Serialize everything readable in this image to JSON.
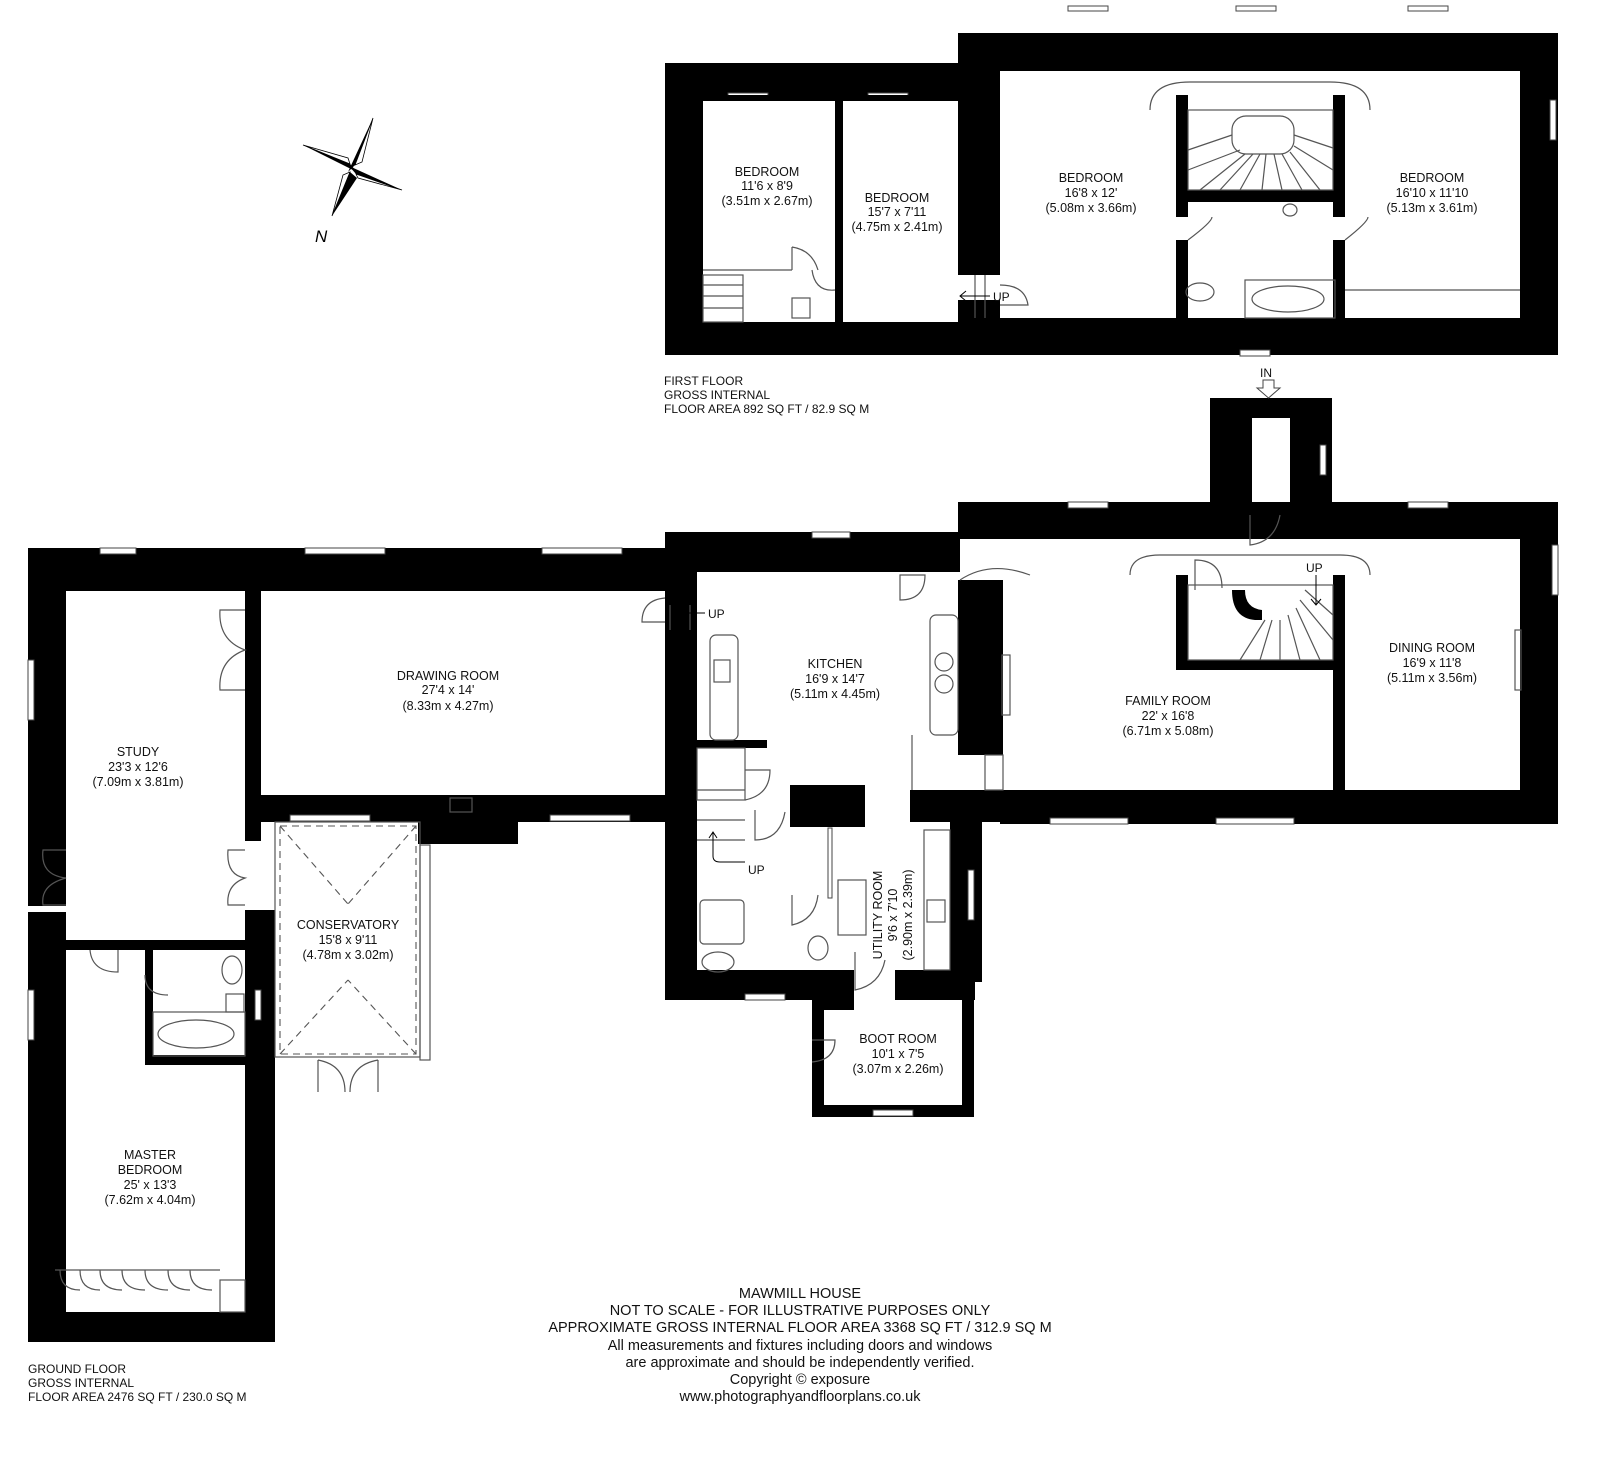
{
  "property": {
    "name": "MAWMILL HOUSE"
  },
  "compass": {
    "label": "N"
  },
  "first_floor": {
    "caption": [
      "FIRST FLOOR",
      "GROSS INTERNAL",
      "FLOOR AREA 892 SQ FT / 82.9 SQ M"
    ],
    "rooms": [
      {
        "name": "BEDROOM",
        "imperial": "11'6 x 8'9",
        "metric": "(3.51m x 2.67m)"
      },
      {
        "name": "BEDROOM",
        "imperial": "15'7 x 7'11",
        "metric": "(4.75m x 2.41m)"
      },
      {
        "name": "BEDROOM",
        "imperial": "16'8 x 12'",
        "metric": "(5.08m x 3.66m)"
      },
      {
        "name": "BEDROOM",
        "imperial": "16'10 x 11'10",
        "metric": "(5.13m x 3.61m)"
      }
    ],
    "stair_label": "UP"
  },
  "ground_floor": {
    "caption": [
      "GROUND FLOOR",
      "GROSS INTERNAL",
      "FLOOR AREA 2476 SQ FT / 230.0 SQ M"
    ],
    "rooms": [
      {
        "name": "STUDY",
        "imperial": "23'3 x 12'6",
        "metric": "(7.09m x 3.81m)"
      },
      {
        "name": "DRAWING ROOM",
        "imperial": "27'4 x 14'",
        "metric": "(8.33m x 4.27m)"
      },
      {
        "name": "KITCHEN",
        "imperial": "16'9 x 14'7",
        "metric": "(5.11m x 4.45m)"
      },
      {
        "name": "FAMILY ROOM",
        "imperial": "22' x 16'8",
        "metric": "(6.71m x 5.08m)"
      },
      {
        "name": "DINING ROOM",
        "imperial": "16'9 x 11'8",
        "metric": "(5.11m x 3.56m)"
      },
      {
        "name": "CONSERVATORY",
        "imperial": "15'8 x 9'11",
        "metric": "(4.78m x 3.02m)"
      },
      {
        "name": "UTILITY ROOM",
        "imperial": "9'6 x 7'10",
        "metric": "(2.90m x 2.39m)"
      },
      {
        "name": "BOOT ROOM",
        "imperial": "10'1 x 7'5",
        "metric": "(3.07m x 2.26m)"
      },
      {
        "name": "MASTER",
        "name2": "BEDROOM",
        "imperial": "25' x 13'3",
        "metric": "(7.62m x 4.04m)"
      }
    ],
    "entrance_label": "IN",
    "stair_labels": [
      "UP",
      "UP",
      "UP"
    ]
  },
  "footer": {
    "lines": [
      "MAWMILL HOUSE",
      "NOT TO SCALE - FOR ILLUSTRATIVE PURPOSES ONLY",
      "APPROXIMATE GROSS INTERNAL FLOOR AREA 3368 SQ FT / 312.9 SQ M",
      "All measurements and fixtures including doors and windows",
      "are approximate and should be independently verified.",
      "Copyright © exposure",
      "www.photographyandfloorplans.co.uk"
    ]
  },
  "colors": {
    "wall": "#000000",
    "background": "#ffffff",
    "line": "#555555"
  }
}
